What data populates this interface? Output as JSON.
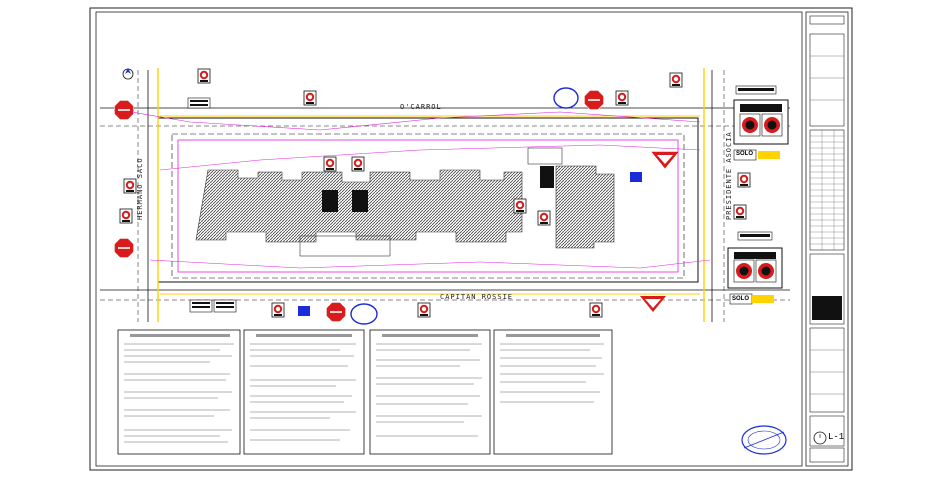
{
  "streets": {
    "north": "O'CARROL",
    "south": "CAPITAN ROSSIE",
    "west": "HERMANO SACO",
    "east": "PRESIDENTE ASOCIA"
  },
  "legend_signs": {
    "solo_label": "SOLO",
    "solo_label_2": "SOLO"
  },
  "title_block": {
    "sheet_number": "L-1"
  },
  "colors": {
    "road_line": "#111111",
    "curb_magenta": "#e020e0",
    "sign_red": "#d81b1b",
    "yellow_line": "#ffd200",
    "marker_blue": "#1a2bd8",
    "building_hatch": "#555555"
  },
  "icons": [
    "stop-sign-icon",
    "no-parking-sign-icon",
    "yield-sign-icon",
    "north-arrow-icon",
    "stamp-icon"
  ]
}
